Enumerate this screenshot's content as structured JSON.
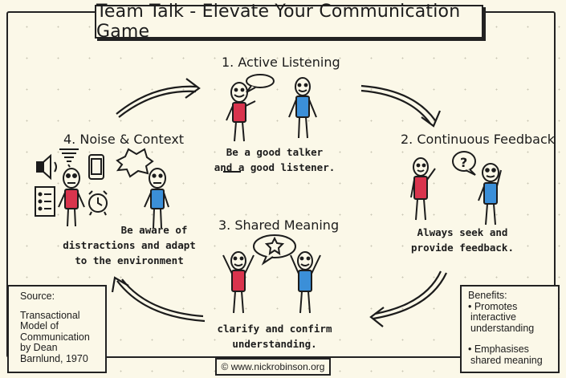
{
  "title": "Team Talk - Elevate Your Communication Game",
  "steps": [
    {
      "label": "1. Active Listening",
      "caption": [
        "Be a good talker",
        "and a good listener."
      ]
    },
    {
      "label": "2. Continuous Feedback",
      "caption": [
        "Always seek and",
        "provide feedback."
      ]
    },
    {
      "label": "3. Shared Meaning",
      "caption": [
        "clarify and confirm",
        "understanding."
      ]
    },
    {
      "label": "4. Noise & Context",
      "caption": [
        "Be aware of",
        "distractions and adapt",
        "to the environment"
      ]
    }
  ],
  "source": {
    "heading": "Source:",
    "lines": [
      "Transactional",
      "Model of",
      "Communication",
      "by Dean",
      "Barnlund, 1970"
    ]
  },
  "benefits": {
    "heading": "Benefits:",
    "items": [
      [
        "• Promotes",
        "interactive",
        "understanding"
      ],
      [
        "• Emphasises",
        "shared meaning"
      ]
    ]
  },
  "footer": "© www.nickrobinson.org",
  "colors": {
    "red": "#d9344d",
    "blue": "#3b8fd8",
    "ink": "#1c1c1c",
    "paper": "#fbf8e8"
  },
  "icons": [
    "speech-bubble-icon",
    "question-bubble-icon",
    "star-bubble-icon",
    "speaker-icon",
    "phone-icon",
    "tornado-icon",
    "clipboard-icon",
    "alarm-clock-icon",
    "shout-bubble-icon"
  ]
}
